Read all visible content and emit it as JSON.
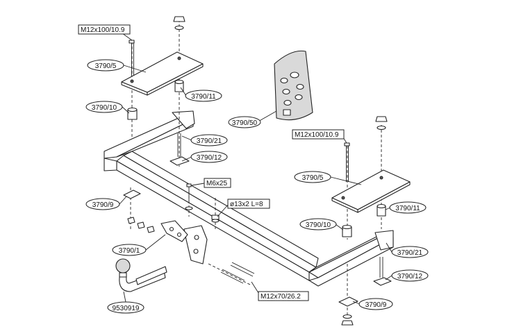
{
  "labels": {
    "bolt_left": "M12x100/10.9",
    "plate_left": "3790/5",
    "spacer_left": "3790/11",
    "washer_left": "3790/10",
    "bracket_left": "3790/21",
    "stud_left": "3790/12",
    "kit": "3790/50",
    "bolt_right": "M12x100/10.9",
    "plate_right": "3790/5",
    "spacer_right": "3790/11",
    "washer_right": "3790/10",
    "bracket_right": "3790/21",
    "stud_right": "3790/12",
    "bolt_m6": "M6x25",
    "washer_size": "ø13x2 L=8",
    "clamp_left": "3790/9",
    "clamp_right": "3790/9",
    "socket_plate": "3790/1",
    "bolt_bottom": "M12x70/26.2",
    "towball": "9530919"
  }
}
